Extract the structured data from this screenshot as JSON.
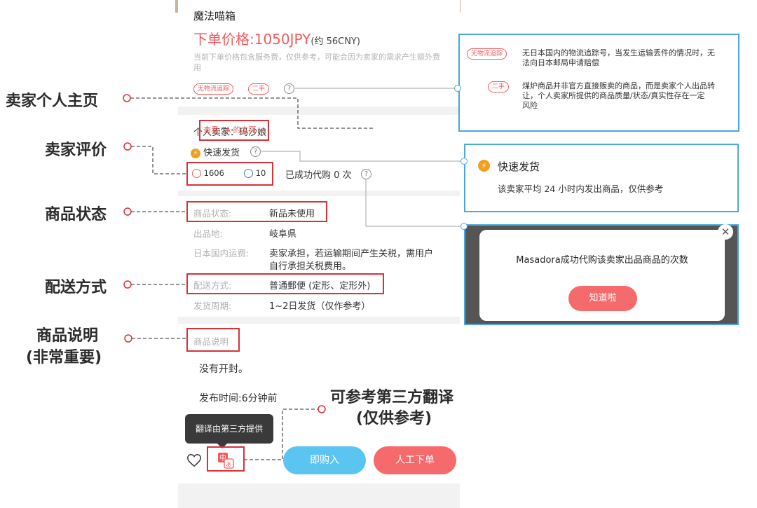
{
  "product": {
    "title": "魔法喵箱",
    "price": "下单价格:1050JPY",
    "price_cny": "(约 56CNY)",
    "notice": "当前下单价格包含服务费，仅供参考，可能会因为卖家的需求产生额外费用",
    "tags": [
      "无物流追踪",
      "二手"
    ]
  },
  "seller": {
    "name_line": "个人卖家：玛沙娘",
    "homepage_link": "查看 TA 的主页 ››",
    "fast_ship": "快速发货",
    "good_count": "1606",
    "bad_count": "10",
    "success_count": "已成功代购 0 次"
  },
  "details": {
    "status_label": "商品状态:",
    "status_value": "新品未使用",
    "origin_label": "出品地:",
    "origin_value": "岐阜県",
    "domestic_fee_label": "日本国内运费:",
    "domestic_fee_value_1": "卖家承担，若运输期间产生关税，需用户",
    "domestic_fee_value_2": "自行承担关税费用。",
    "shipping_label": "配送方式:",
    "shipping_value": "普通郵便 (定形、定形外)",
    "cycle_label": "发货周期:",
    "cycle_value": "1~2日发货（仅作参考）"
  },
  "description": {
    "label": "商品说明",
    "line1": "没有开封。",
    "line2": "发布时间:6分钟前"
  },
  "tooltip": "翻译由第三方提供",
  "bottom": {
    "buy": "即购入",
    "manual": "人工下单"
  },
  "annotations": {
    "seller_home": "卖家个人主页",
    "seller_rating": "卖家评价",
    "item_status": "商品状态",
    "shipping": "配送方式",
    "desc_1": "商品说明",
    "desc_2": "(非常重要)",
    "translate_1": "可参考第三方翻译",
    "translate_2": "(仅供参考)"
  },
  "panel_tags": {
    "no_tracking_tag": "无物流追踪",
    "no_tracking_text_1": "无日本国内的物流追踪号，当发生运输丢件的情况时，无",
    "no_tracking_text_2": "法向日本邮局申请赔偿",
    "used_tag": "二手",
    "used_text_1": "煤炉商品并非官方直接贩卖的商品，而是卖家个人出品转",
    "used_text_2": "让，个人卖家所提供的商品质量/状态/真实性存在一定",
    "used_text_3": "风险"
  },
  "panel_fast": {
    "title": "快速发货",
    "desc": "该卖家平均 24 小时内发出商品，仅供参考"
  },
  "panel_modal": {
    "text": "Masadora成功代购该卖家出品商品的次数",
    "button": "知道啦",
    "close": "✕"
  },
  "colors": {
    "accent_red": "#f25b5b",
    "annotation_red": "#d9303b",
    "panel_blue": "#4aa9d8",
    "buy_blue": "#5bc5f2"
  }
}
